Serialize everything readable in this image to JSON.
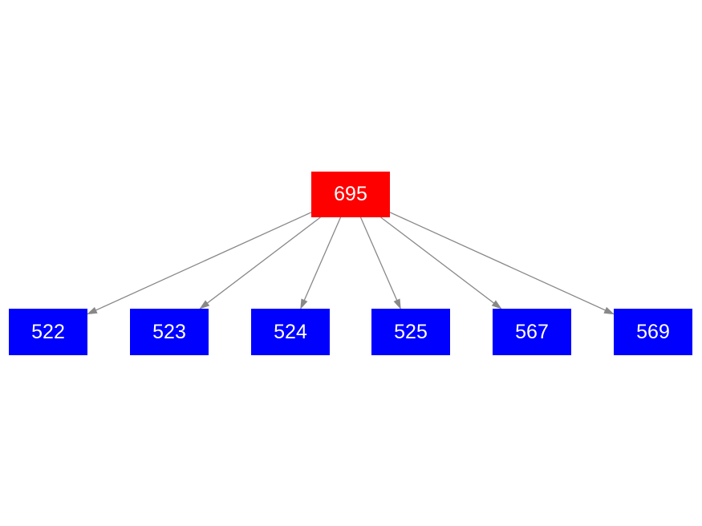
{
  "diagram": {
    "background": "#ffffff",
    "edge_color": "#888888",
    "root": {
      "id": "695",
      "label": "695",
      "color": "#ff0000",
      "text_color": "#ffffff"
    },
    "children": [
      {
        "id": "522",
        "label": "522",
        "color": "#0000ff",
        "text_color": "#ffffff"
      },
      {
        "id": "523",
        "label": "523",
        "color": "#0000ff",
        "text_color": "#ffffff"
      },
      {
        "id": "524",
        "label": "524",
        "color": "#0000ff",
        "text_color": "#ffffff"
      },
      {
        "id": "525",
        "label": "525",
        "color": "#0000ff",
        "text_color": "#ffffff"
      },
      {
        "id": "567",
        "label": "567",
        "color": "#0000ff",
        "text_color": "#ffffff"
      },
      {
        "id": "569",
        "label": "569",
        "color": "#0000ff",
        "text_color": "#ffffff"
      }
    ],
    "edges": [
      {
        "from": "695",
        "to": "522"
      },
      {
        "from": "695",
        "to": "523"
      },
      {
        "from": "695",
        "to": "524"
      },
      {
        "from": "695",
        "to": "525"
      },
      {
        "from": "695",
        "to": "567"
      },
      {
        "from": "695",
        "to": "569"
      }
    ]
  }
}
